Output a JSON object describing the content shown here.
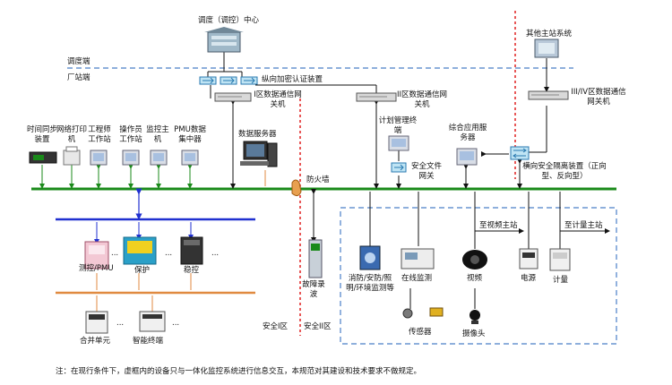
{
  "labels": {
    "dispatch_center": "调度（调控）中心",
    "dispatch_end": "调度端",
    "station_end": "厂站端",
    "vertical_encrypt": "纵向加密认证装置",
    "zone1_gateway": "I区数据通信网关机",
    "zone2_gateway": "II区数据通信网关机",
    "zone34_gateway": "III/IV区数据通信网关机",
    "other_master": "其他主站系统",
    "time_sync": "时间同步装置",
    "network_printer": "网络打印机",
    "engineer_ws": "工程师工作站",
    "operator_ws": "操作员工作站",
    "monitor_host": "监控主机",
    "pmu_concentrator": "PMU数据集中器",
    "data_server": "数据服务器",
    "firewall": "防火墙",
    "plan_terminal": "计划管理终端",
    "file_gateway": "安全文件网关",
    "integrated_server": "综合应用服务器",
    "isolation_device": "横向安全隔离装置（正向型、反向型）",
    "to_video_master": "至视频主站",
    "to_metering_master": "至计量主站",
    "measure_pmu": "测控/PMU",
    "protection": "保护",
    "stability": "稳控",
    "merging_unit": "合并单元",
    "smart_terminal": "智能终端",
    "fault_recorder": "故障录波",
    "fire_security": "消防/安防/照明/环境监测等",
    "online_monitor": "在线监测",
    "video": "视频",
    "power": "电源",
    "metering": "计量",
    "sensor": "传感器",
    "camera": "摄像头",
    "zone1": "安全I区",
    "zone2": "安全II区",
    "ellipsis": "..."
  },
  "note": "注：在现行条件下，虚框内的设备只与一体化监控系统进行信息交互，本规范对其建设和技术要求不做规定。",
  "colors": {
    "main_bus": "#1a8a1a",
    "blue_bus": "#2030d0",
    "orange_bus": "#e08a40",
    "red_divider": "#e02020",
    "dashed_blue": "#4a7fc8",
    "arrow": "#111111"
  }
}
